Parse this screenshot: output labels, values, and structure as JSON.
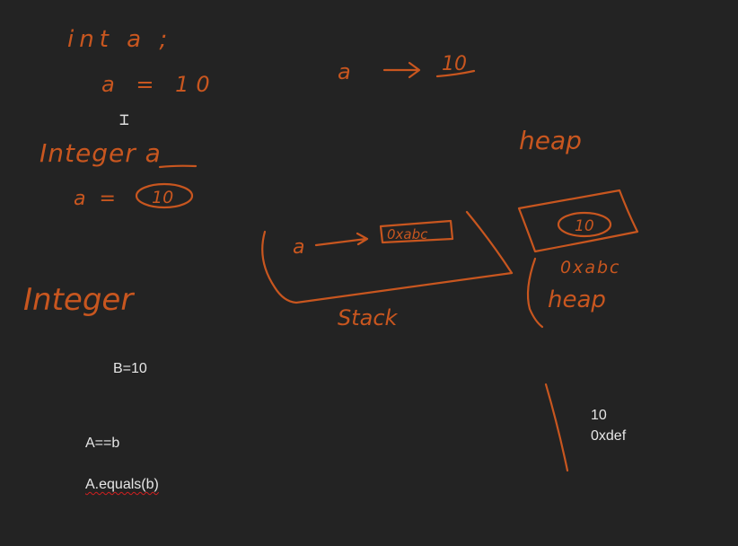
{
  "handwriting": {
    "int_decl": "int a ;",
    "assign": "a = 10",
    "arrow_top_lhs": "a",
    "arrow_top_rhs": "10",
    "integer_decl": "Integer a",
    "integer_assign_lhs": "a =",
    "integer_assign_value": "10",
    "heap_title": "heap",
    "stack_ref_var": "a",
    "stack_ref_addr": "0xabc",
    "heap_obj_value": "10",
    "heap_obj_addr": "0xabc",
    "heap_label": "heap",
    "stack_label": "Stack",
    "integer_word": "Integer"
  },
  "typed_text": {
    "b_assign": "B=10",
    "a_eq_b": "A==b",
    "a_equals_b": "A.equals(b)",
    "value_10": "10",
    "addr_def": "0xdef"
  },
  "ink_color": "#c8561f",
  "background_color": "#232323",
  "cursor": "text-ibeam-cursor"
}
